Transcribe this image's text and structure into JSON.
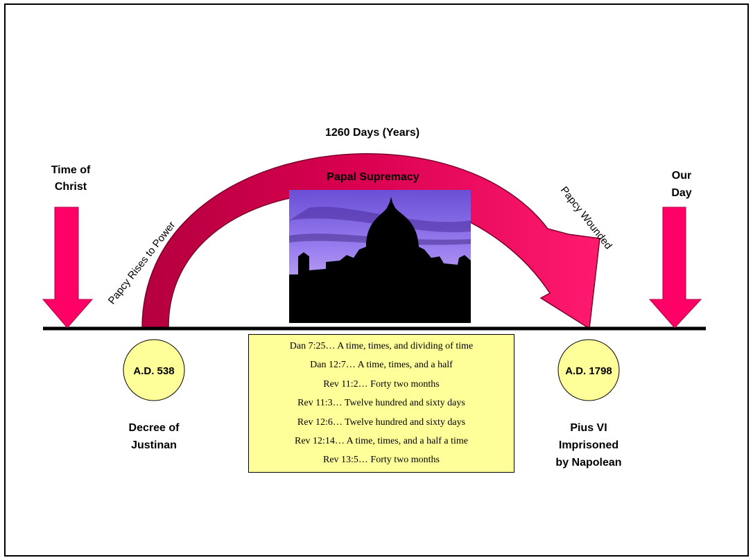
{
  "title": "1260 Days (Years)",
  "center_label": "Papal Supremacy",
  "left_marker": "Time of Christ",
  "right_marker": "Our Day",
  "arc_left_label": "Papcy Rises to Power",
  "arc_right_label": "Papcy Wounded",
  "start": {
    "year": "A.D. 538",
    "event_line1": "Decree of",
    "event_line2": "Justinan"
  },
  "end": {
    "year": "A.D. 1798",
    "event_line1": "Pius VI",
    "event_line2": "Imprisoned",
    "event_line3": "by Napolean"
  },
  "references": [
    "Dan 7:25… A time, times, and dividing of time",
    "Dan 12:7… A time, times, and a half",
    "Rev 11:2… Forty two months",
    "Rev 11:3… Twelve hundred and sixty days",
    "Rev 12:6… Twelve hundred and sixty days",
    "Rev 12:14… A time, times, and a half a time",
    "Rev 13:5… Forty two months"
  ],
  "image": {
    "subject": "st-peters-basilica-silhouette"
  },
  "colors": {
    "arrow": "#ff0066",
    "arc_dark": "#b5003f",
    "circle": "#ffff99",
    "ref_box": "#ffff99"
  }
}
